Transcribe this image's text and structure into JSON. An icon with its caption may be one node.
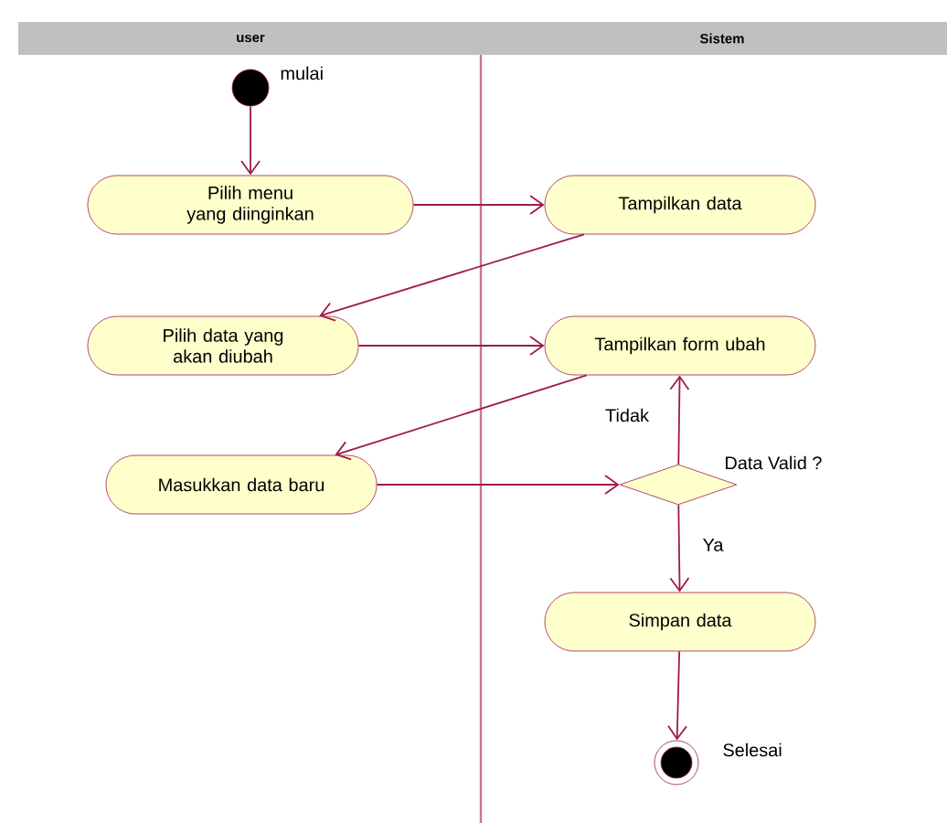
{
  "diagram": {
    "nodes": [
      {
        "text": [],
        "shape": "circle",
        "beside": [
          "mulai"
        ]
      },
      {
        "text": [
          "Pilih menu yang diinginkan"
        ]
      },
      {
        "text": [
          "Tampilkan data"
        ]
      },
      {
        "text": [
          "Pilih data yang akan diubah"
        ]
      },
      {
        "text": [
          "Tampilkan form ubah"
        ]
      },
      {
        "text": [
          "Masukkan data baru"
        ]
      },
      {
        "text": [],
        "shape": "diamond",
        "beside": [
          "Data Valid ?"
        ]
      },
      {
        "text": [
          "Simpan data"
        ]
      },
      {
        "text": [],
        "shape": "circle",
        "beside": [
          "Selesai"
        ]
      }
    ],
    "edges": [
      {
        "from": 0,
        "to": 1,
        "arrow": "to"
      },
      {
        "from": 1,
        "to": 2,
        "arrow": "to"
      },
      {
        "from": 2,
        "to": 3,
        "arrow": "to"
      },
      {
        "from": 3,
        "to": 4,
        "arrow": "to"
      },
      {
        "from": 4,
        "to": 5,
        "arrow": "to"
      },
      {
        "from": 5,
        "to": 6,
        "arrow": "to"
      },
      {
        "from": 6,
        "to": 4,
        "arrow": "to",
        "label": "Tidak"
      },
      {
        "from": 6,
        "to": 7,
        "arrow": "to",
        "label": "Ya"
      },
      {
        "from": 7,
        "to": 8,
        "arrow": "to"
      }
    ],
    "labels": [
      "user",
      "Sistem"
    ]
  }
}
